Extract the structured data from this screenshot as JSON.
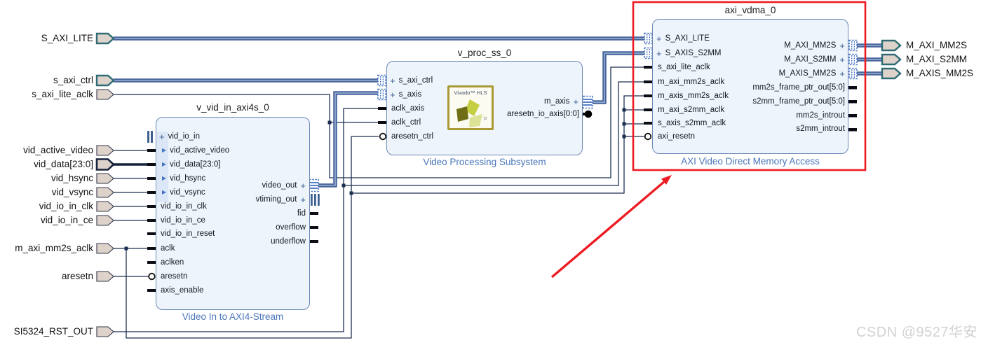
{
  "diagram": "vivado-block-design",
  "watermark": {
    "text": "CSDN @9527华安"
  },
  "colors": {
    "block_fill": "#edf4fc",
    "block_border": "#6b87b5",
    "caption_blue": "#4a76ba",
    "bus_wire": "#45639b",
    "bus_wire_core": "#93a9cc",
    "signal_wire": "#1c2f52",
    "port_fill": "#ddd3cb",
    "interface_port_border": "#2e6b75",
    "highlight_red": "#ed1c24",
    "subpin_arrow": "#4472c4",
    "data_bus_dark": "#16243d"
  },
  "external_ports": {
    "left": [
      {
        "label": "S_AXI_LITE",
        "type": "interface"
      },
      {
        "label": "s_axi_ctrl",
        "type": "interface"
      },
      {
        "label": "s_axi_lite_aclk",
        "type": "signal"
      },
      {
        "label": "vid_active_video",
        "type": "signal"
      },
      {
        "label": "vid_data[23:0]",
        "type": "bus"
      },
      {
        "label": "vid_hsync",
        "type": "signal"
      },
      {
        "label": "vid_vsync",
        "type": "signal"
      },
      {
        "label": "vid_io_in_clk",
        "type": "signal"
      },
      {
        "label": "vid_io_in_ce",
        "type": "signal"
      },
      {
        "label": "m_axi_mm2s_aclk",
        "type": "signal"
      },
      {
        "label": "aresetn",
        "type": "signal"
      },
      {
        "label": "SI5324_RST_OUT",
        "type": "signal"
      }
    ],
    "right": [
      {
        "label": "M_AXI_MM2S",
        "type": "interface"
      },
      {
        "label": "M_AXI_S2MM",
        "type": "interface"
      },
      {
        "label": "M_AXIS_MM2S",
        "type": "interface"
      }
    ]
  },
  "blocks": {
    "v_vid_in": {
      "instance": "v_vid_in_axi4s_0",
      "type_label": "Video In to AXI4-Stream",
      "left_pins": [
        {
          "prefix": "+",
          "name": "vid_io_in"
        },
        {
          "prefix": "▶",
          "name": "vid_active_video"
        },
        {
          "prefix": "▶",
          "name": "vid_data[23:0]"
        },
        {
          "prefix": "▶",
          "name": "vid_hsync"
        },
        {
          "prefix": "▶",
          "name": "vid_vsync"
        },
        {
          "name": "vid_io_in_clk"
        },
        {
          "name": "vid_io_in_ce"
        },
        {
          "name": "vid_io_in_reset"
        },
        {
          "name": "aclk"
        },
        {
          "name": "aclken"
        },
        {
          "name": "aresetn"
        },
        {
          "name": "axis_enable"
        }
      ],
      "right_pins": [
        {
          "name": "video_out",
          "suffix": "+"
        },
        {
          "name": "vtiming_out",
          "suffix": "+"
        },
        {
          "name": "fid"
        },
        {
          "name": "overflow"
        },
        {
          "name": "underflow"
        }
      ]
    },
    "v_proc": {
      "instance": "v_proc_ss_0",
      "type_label": "Video Processing Subsystem",
      "logo_text": "Vivado™ HLS",
      "left_pins": [
        {
          "prefix": "+",
          "name": "s_axi_ctrl"
        },
        {
          "prefix": "+",
          "name": "s_axis"
        },
        {
          "name": "aclk_axis"
        },
        {
          "name": "aclk_ctrl"
        },
        {
          "name": "aresetn_ctrl"
        }
      ],
      "right_pins": [
        {
          "name": "m_axis",
          "suffix": "+"
        },
        {
          "name": "aresetn_io_axis[0:0]"
        }
      ]
    },
    "axi_vdma": {
      "instance": "axi_vdma_0",
      "type_label": "AXI Video Direct Memory Access",
      "left_pins": [
        {
          "prefix": "+",
          "name": "S_AXI_LITE"
        },
        {
          "prefix": "+",
          "name": "S_AXIS_S2MM"
        },
        {
          "name": "s_axi_lite_aclk"
        },
        {
          "name": "m_axi_mm2s_aclk"
        },
        {
          "name": "m_axis_mm2s_aclk"
        },
        {
          "name": "m_axi_s2mm_aclk"
        },
        {
          "name": "s_axis_s2mm_aclk"
        },
        {
          "name": "axi_resetn"
        }
      ],
      "right_pins": [
        {
          "name": "M_AXI_MM2S",
          "suffix": "+"
        },
        {
          "name": "M_AXI_S2MM",
          "suffix": "+"
        },
        {
          "name": "M_AXIS_MM2S",
          "suffix": "+"
        },
        {
          "name": "mm2s_frame_ptr_out[5:0]"
        },
        {
          "name": "s2mm_frame_ptr_out[5:0]"
        },
        {
          "name": "mm2s_introut"
        },
        {
          "name": "s2mm_introut"
        }
      ]
    }
  },
  "annotation": {
    "shape": "red-rectangle-and-arrow",
    "target": "axi_vdma_0"
  }
}
